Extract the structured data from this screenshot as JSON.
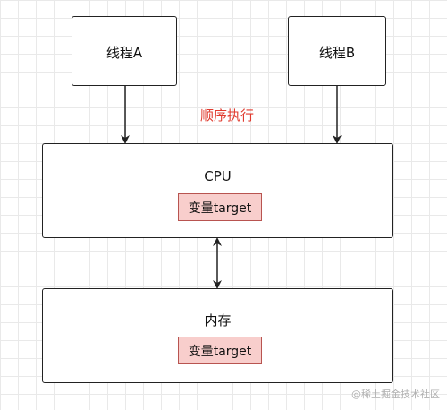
{
  "nodes": {
    "thread_a": {
      "label": "线程A"
    },
    "thread_b": {
      "label": "线程B"
    },
    "cpu": {
      "label": "CPU",
      "variable": "变量target"
    },
    "memory": {
      "label": "内存",
      "variable": "变量target"
    }
  },
  "edge_label": "顺序执行",
  "watermark": "@稀土掘金技术社区",
  "colors": {
    "variable_fill": "#f8cecc",
    "variable_border": "#b85450",
    "edge_label": "#e03a2e",
    "stroke": "#222222"
  }
}
